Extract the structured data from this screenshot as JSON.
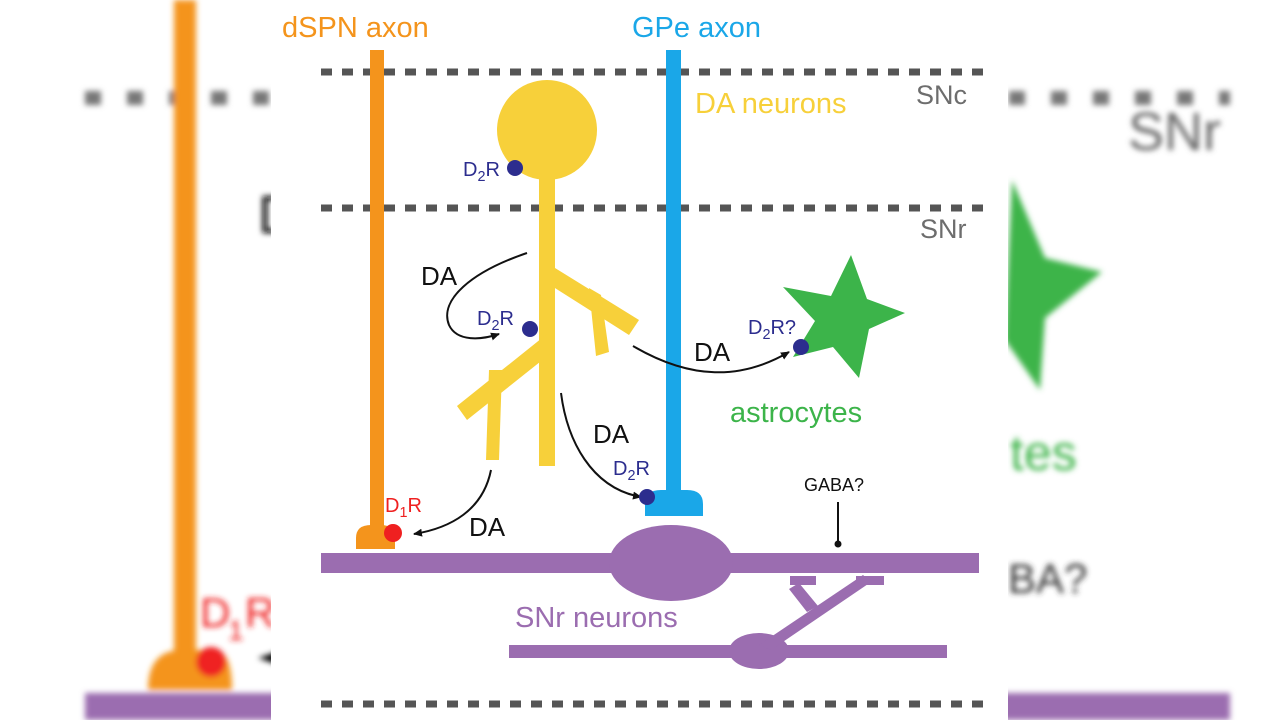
{
  "colors": {
    "dspn": "#f4941c",
    "gpe": "#1aa7e8",
    "da": "#f7d03a",
    "astro": "#3cb44a",
    "snr": "#9b6db0",
    "receptor_blue": "#2c2d8e",
    "receptor_red": "#ef2020",
    "region_gray": "#6d6d6d",
    "line_gray": "#555555"
  },
  "icons": [
    "d2-receptor-dot",
    "d1-receptor-dot",
    "astrocyte-star",
    "da-neuron-soma",
    "snr-neuron-soma"
  ],
  "labels": {
    "dspn_axon": "dSPN axon",
    "gpe_axon": "GPe axon",
    "da_neurons": "DA neurons",
    "snc": "SNc",
    "snr": "SNr",
    "astrocytes": "astrocytes",
    "snr_neurons": "SNr neurons",
    "gaba": "GABA?",
    "da": "DA",
    "d_letter": "D",
    "r_letter": "R",
    "r_question": "R?",
    "sub_2": "2",
    "sub_1": "1"
  },
  "background": {
    "snr": "SNr",
    "tes": "tes",
    "ba": "BA?",
    "d_letter": "D",
    "r_letter": "R",
    "sub_1": "1"
  }
}
